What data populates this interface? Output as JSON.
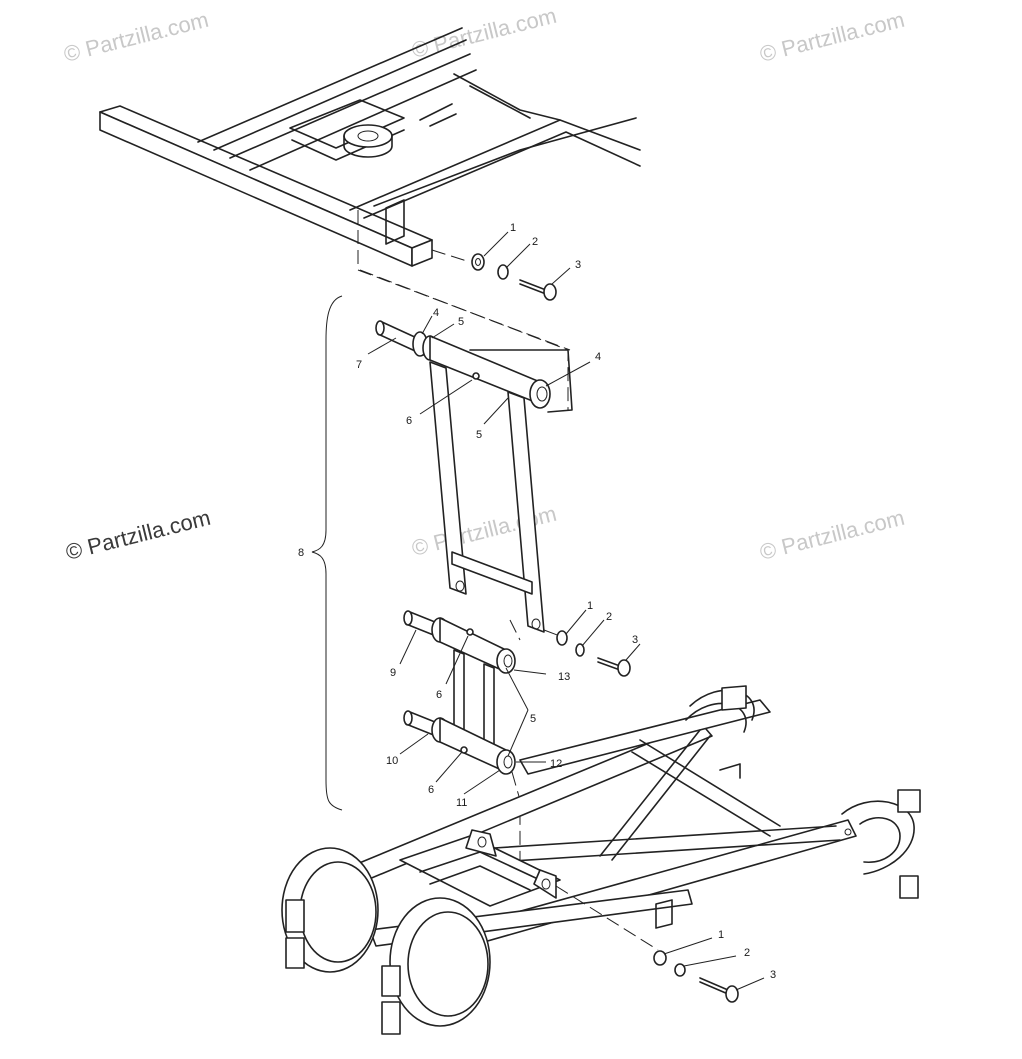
{
  "watermarks": [
    "© Partzilla.com",
    "© Partzilla.com",
    "© Partzilla.com",
    "© Partzilla.com",
    "© Partzilla.com",
    "© Partzilla.com"
  ],
  "callouts": {
    "top_1": "1",
    "top_2": "2",
    "top_3": "3",
    "c4a": "4",
    "c5a": "5",
    "c7": "7",
    "c4b": "4",
    "c6a": "6",
    "c5b": "5",
    "c8": "8",
    "mid_1": "1",
    "mid_2": "2",
    "mid_3": "3",
    "c9": "9",
    "c6b": "6",
    "c13": "13",
    "c5c": "5",
    "c10": "10",
    "c12": "12",
    "c6c": "6",
    "c11": "11",
    "bot_1": "1",
    "bot_2": "2",
    "bot_3": "3"
  }
}
